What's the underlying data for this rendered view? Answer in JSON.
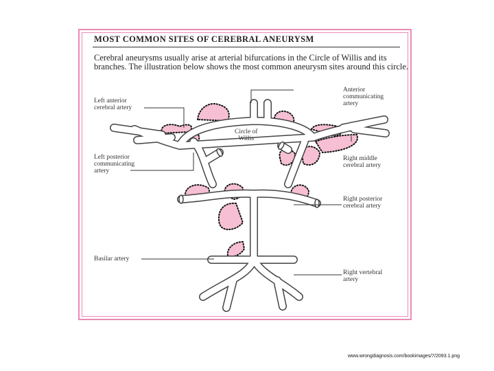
{
  "header": {
    "title": "MOST COMMON SITES OF CEREBRAL ANEURYSM",
    "intro": "Cerebral aneurysms usually arise at arterial bifurcations in the Circle of Willis and its branches. The illustration below shows the most common aneurysm sites around this circle."
  },
  "diagram": {
    "center_label": "Circle of\nWillis",
    "labels": {
      "left_anterior_cerebral": "Left anterior\ncerebral artery",
      "left_posterior_communicating": "Left posterior\ncommunicating\nartery",
      "basilar": "Basilar artery",
      "anterior_communicating": "Anterior\ncommunicating\nartery",
      "right_middle_cerebral": "Right middle\ncerebral artery",
      "right_posterior_cerebral": "Right posterior\ncerebral artery",
      "right_vertebral": "Right vertebral\nartery"
    },
    "colors": {
      "frame": "#e98bb6",
      "aneurysm_fill": "#f6bfd3",
      "aneurysm_outline": "#111111",
      "vessel_outline": "#444444"
    }
  },
  "footer": {
    "source": "www.wrongdiagnosis.com/bookimages/7/2093.1.png"
  }
}
